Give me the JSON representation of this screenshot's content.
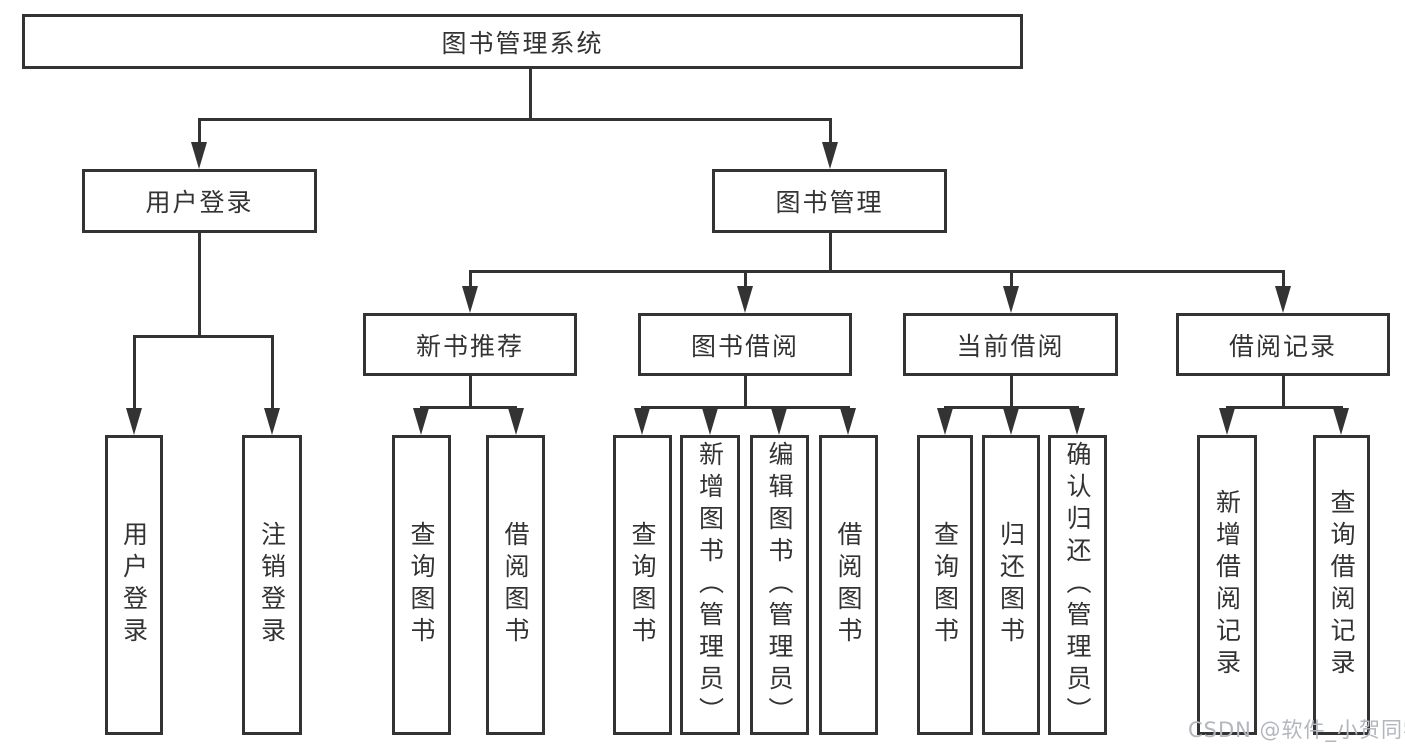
{
  "tree": {
    "root": {
      "label": "图书管理系统"
    },
    "user_login": {
      "label": "用户登录",
      "children": [
        {
          "label": "用户登录"
        },
        {
          "label": "注销登录"
        }
      ]
    },
    "book_management": {
      "label": "图书管理",
      "children": [
        {
          "label": "新书推荐",
          "children": [
            {
              "label": "查询图书"
            },
            {
              "label": "借阅图书"
            }
          ]
        },
        {
          "label": "图书借阅",
          "children": [
            {
              "label": "查询图书"
            },
            {
              "label": "新增图书（管理员）"
            },
            {
              "label": "编辑图书（管理员）"
            },
            {
              "label": "借阅图书"
            }
          ]
        },
        {
          "label": "当前借阅",
          "children": [
            {
              "label": "查询图书"
            },
            {
              "label": "归还图书"
            },
            {
              "label": "确认归还（管理员）"
            }
          ]
        },
        {
          "label": "借阅记录",
          "children": [
            {
              "label": "新增借阅记录"
            },
            {
              "label": "查询借阅记录"
            }
          ]
        }
      ]
    }
  },
  "watermark": {
    "text": "CSDN @软件_小贺同学"
  },
  "colors": {
    "line": "#333333",
    "text": "#333333",
    "box_background": "#ffffff",
    "page_background": "#ffffff",
    "watermark": "#b3b6bd"
  }
}
